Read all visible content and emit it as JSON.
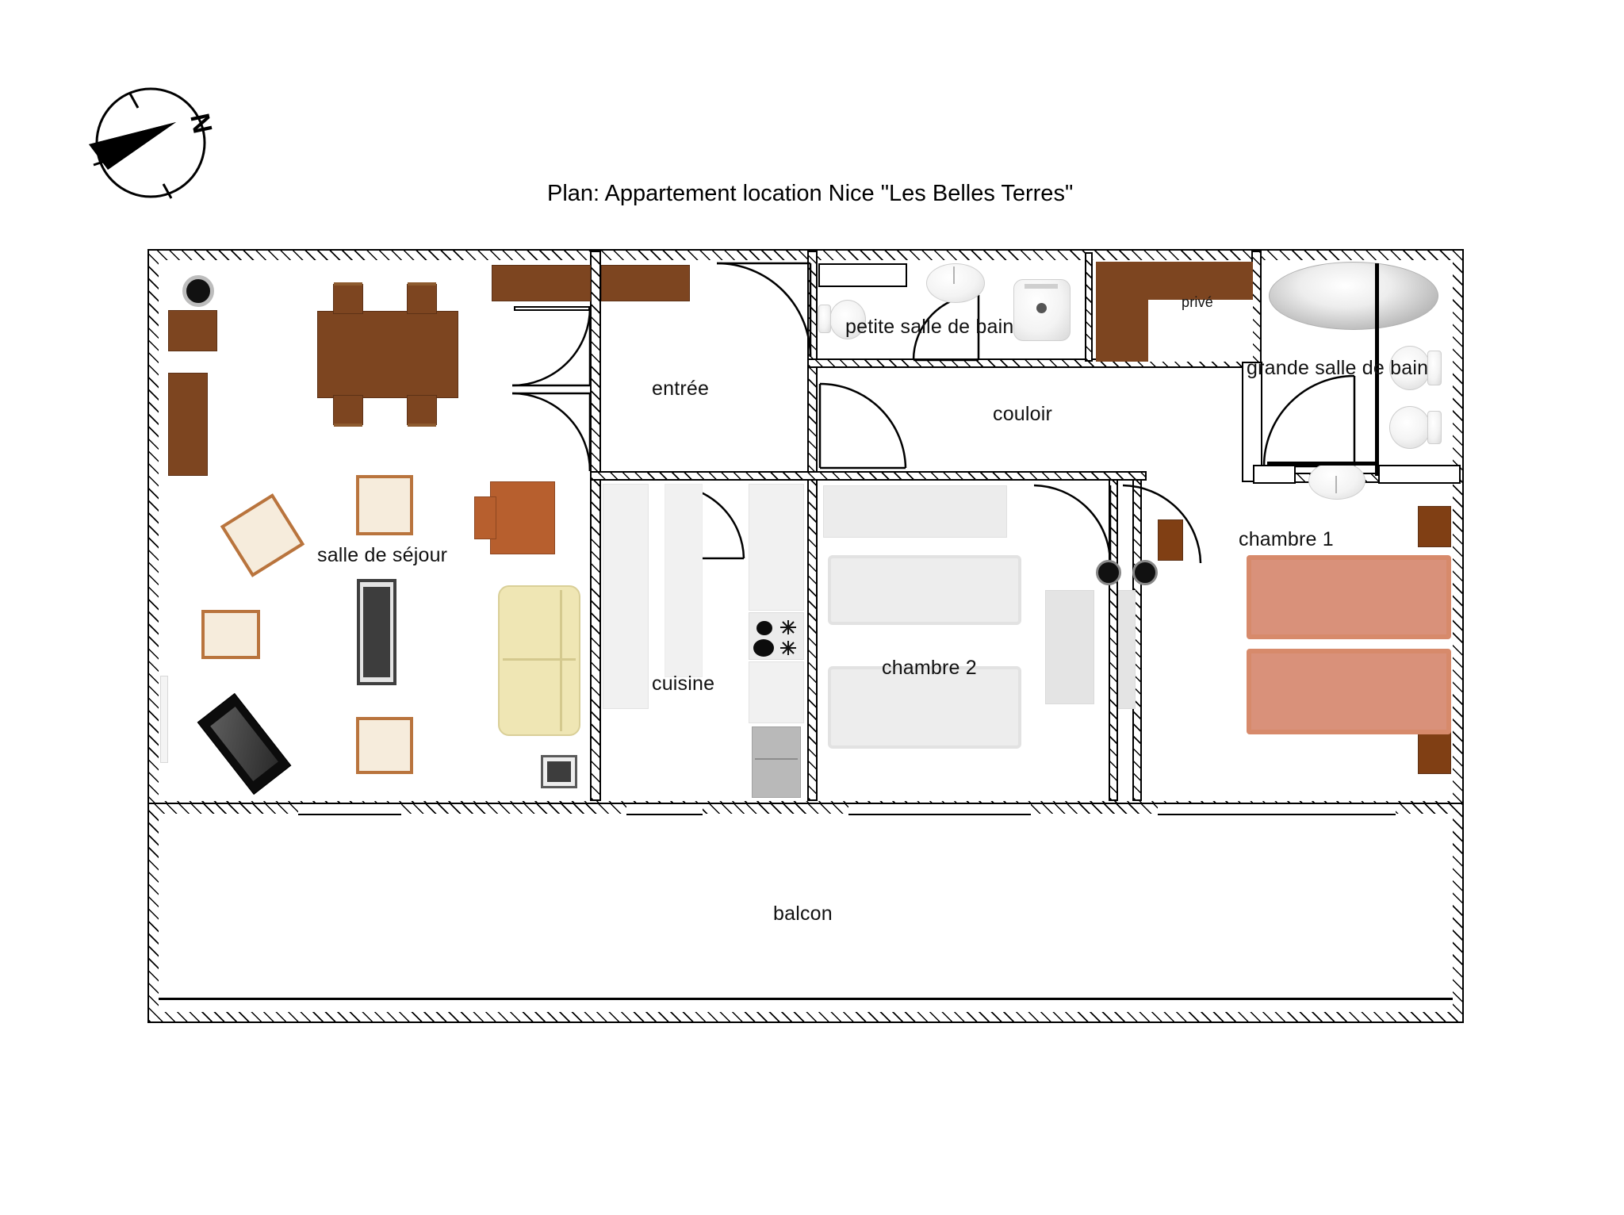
{
  "title": "Plan: Appartement location Nice \"Les Belles Terres\"",
  "compass": {
    "letter": "N",
    "name": "compass-rose"
  },
  "rooms": [
    {
      "key": "salle_de_sejour",
      "label": "salle de séjour"
    },
    {
      "key": "entree",
      "label": "entrée"
    },
    {
      "key": "petite_salle_de_bain",
      "label": "petite salle de bain"
    },
    {
      "key": "couloir",
      "label": "couloir"
    },
    {
      "key": "prive",
      "label": "privé"
    },
    {
      "key": "grande_salle_de_bain",
      "label": "grande salle de bain"
    },
    {
      "key": "cuisine",
      "label": "cuisine"
    },
    {
      "key": "chambre_2",
      "label": "chambre 2"
    },
    {
      "key": "chambre_1",
      "label": "chambre 1"
    },
    {
      "key": "balcon",
      "label": "balcon"
    }
  ],
  "labels": {
    "salle_de_sejour": "salle de séjour",
    "entree": "entrée",
    "petite_salle_de_bain": "petite salle de bain",
    "couloir": "couloir",
    "prive": "privé",
    "grande_salle_de_bain": "grande salle de bain",
    "cuisine": "cuisine",
    "chambre_2": "chambre 2",
    "chambre_1": "chambre 1",
    "balcon": "balcon"
  },
  "colors": {
    "wall": "#000000",
    "background": "#ffffff",
    "dark_wood": "#7d4520",
    "medium_wood": "#8b4a1e",
    "terracotta": "#b75f2e",
    "bed_salmon": "#d9917a",
    "sofa_cream": "#efe6b4",
    "chair_cream": "#f5e9d7",
    "tv_black": "#111111",
    "appliance_grey": "#ececec"
  },
  "furniture": {
    "salle_de_sejour": [
      "dining-table",
      "dining-chair",
      "dining-chair",
      "dining-chair",
      "dining-chair",
      "sideboard",
      "cabinet-tall",
      "armchair",
      "armchair",
      "armchair",
      "coffee-table",
      "television",
      "sofa",
      "tv-stand",
      "plant-pot",
      "console-table"
    ],
    "cuisine": [
      "counter-left",
      "counter-right",
      "stove-burners",
      "refrigerator",
      "upper-cabinet"
    ],
    "chambre_2": [
      "bed",
      "bed",
      "wardrobe",
      "wardrobe",
      "dresser"
    ],
    "chambre_1": [
      "bed",
      "bed",
      "nightstand",
      "nightstand"
    ],
    "petite_salle_de_bain": [
      "sink",
      "bathtub",
      "toilet",
      "shelf"
    ],
    "grande_salle_de_bain": [
      "bathtub",
      "toilet",
      "bidet",
      "sink"
    ],
    "entree": [
      "wall-cabinet"
    ],
    "prive": [
      "closet-unit"
    ]
  }
}
